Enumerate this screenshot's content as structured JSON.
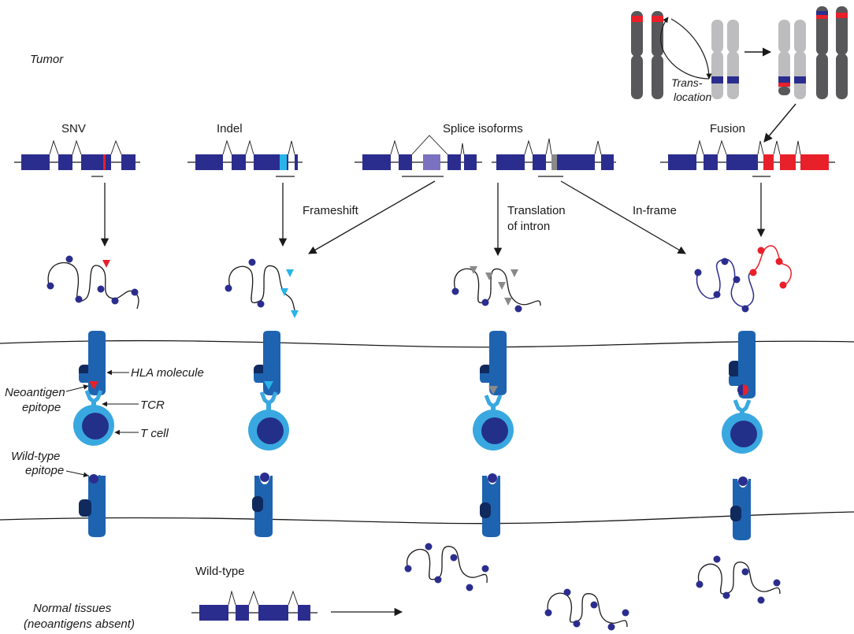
{
  "labels": {
    "tumor": "Tumor",
    "normal_line1": "Normal tissues",
    "normal_line2": "(neoantigens absent)",
    "snv": "SNV",
    "indel": "Indel",
    "splice": "Splice isoforms",
    "fusion": "Fusion",
    "frameshift": "Frameshift",
    "translation_line1": "Translation",
    "translation_line2": "of intron",
    "inframe": "In-frame",
    "translocation_line1": "Trans-",
    "translocation_line2": "location",
    "hla": "HLA molecule",
    "neo_line1": "Neoantigen",
    "neo_line2": "epitope",
    "tcr": "TCR",
    "tcell": "T cell",
    "wt_line1": "Wild-type",
    "wt_line2": "epitope",
    "wildtype": "Wild-type"
  },
  "colors": {
    "exon": "#2b2d8e",
    "hla": "#1e63b0",
    "hla_dark": "#102a5e",
    "tcell_outer": "#3aa8e0",
    "tcell_inner": "#23308a",
    "snv_red": "#e8202a",
    "indel_cyan": "#29b4e8",
    "splice_purple": "#7a72c0",
    "intron_gray": "#8a8a8a",
    "fusion_red": "#e8202a",
    "chrom_dark": "#58585a",
    "chrom_light": "#bdbdbf"
  }
}
